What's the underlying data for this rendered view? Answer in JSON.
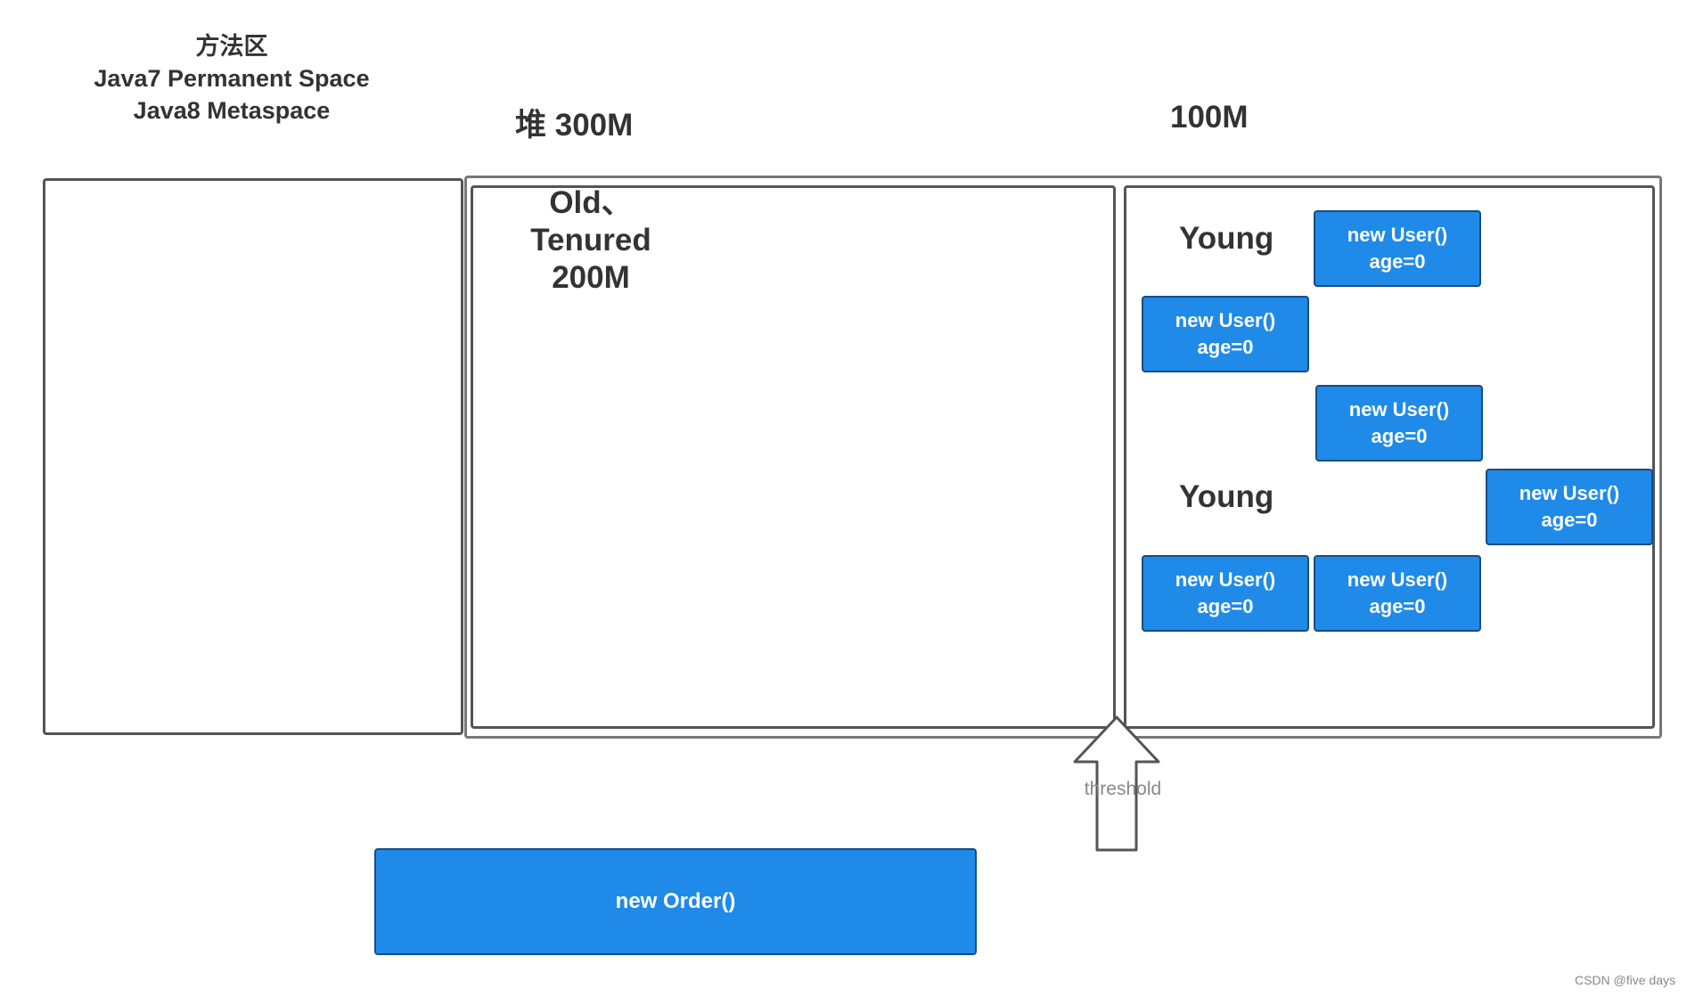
{
  "method_area": {
    "title": "方法区",
    "line2": "Java7 Permanent Space",
    "line3": "Java8 Metaspace"
  },
  "heap": {
    "label": "堆  300M"
  },
  "young_size": {
    "label": "100M"
  },
  "old": {
    "line1": "Old、",
    "line2": "Tenured",
    "line3": "200M"
  },
  "young": {
    "label_top": "Young",
    "label_bottom": "Young"
  },
  "objects": {
    "line1": "new User()",
    "line2": "age=0"
  },
  "order": {
    "label": "new Order()"
  },
  "threshold": {
    "label": "threshold"
  },
  "watermark": {
    "text": "CSDN @five days"
  },
  "colors": {
    "object_fill": "#1f8ae8",
    "object_border": "#1a4d80"
  }
}
